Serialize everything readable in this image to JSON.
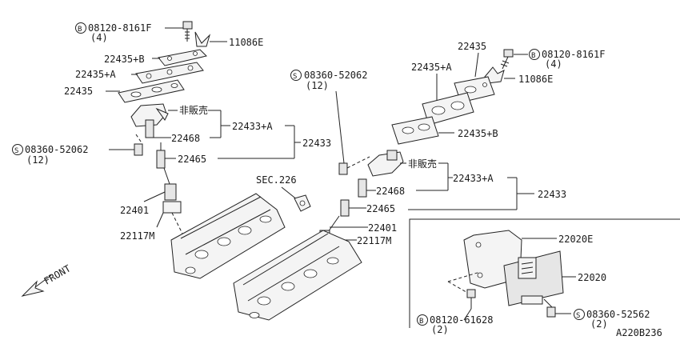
{
  "labels": {
    "bolt_top_left": "08120-8161F",
    "bolt_top_left_qty": "(4)",
    "bolt_top_left_prefix": "B",
    "bracket_top_left": "11086E",
    "gasket_b_left": "22435+B",
    "gasket_a_left": "22435+A",
    "gasket_left": "22435",
    "not_for_sale_left": "非販売",
    "coil_assy_a_left": "22433+A",
    "coil_left": "22468",
    "coil_assy_left": "22433",
    "screw_left": "08360-52062",
    "screw_left_qty": "(12)",
    "screw_left_prefix": "S",
    "plug_left": "22465",
    "sensor_left": "22401",
    "seal_left": "22117M",
    "section_ref": "SEC.226",
    "screw_mid": "08360-52062",
    "screw_mid_qty": "(12)",
    "screw_mid_prefix": "S",
    "gasket_right": "22435",
    "gasket_a_right": "22435+A",
    "bolt_top_right": "08120-8161F",
    "bolt_top_right_qty": "(4)",
    "bolt_top_right_prefix": "B",
    "bracket_top_right": "11086E",
    "gasket_b_right": "22435+B",
    "not_for_sale_right": "非販売",
    "coil_assy_a_right": "22433+A",
    "coil_right": "22468",
    "coil_assy_right": "22433",
    "plug_right": "22465",
    "sensor_right": "22401",
    "seal_right": "22117M",
    "bracket_module": "22020E",
    "module": "22020",
    "bolt_bottom": "08120-61628",
    "bolt_bottom_qty": "(2)",
    "bolt_bottom_prefix": "B",
    "screw_bottom": "08360-52562",
    "screw_bottom_qty": "(2)",
    "screw_bottom_prefix": "S",
    "front": "FRONT",
    "figure_code": "A220B236"
  }
}
